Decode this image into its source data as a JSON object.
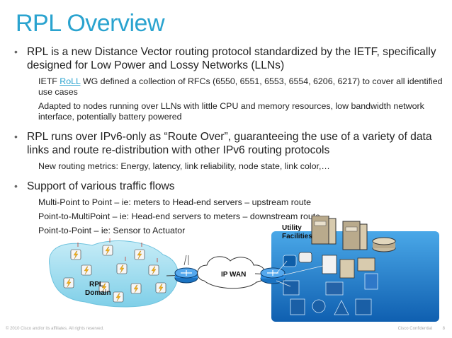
{
  "title": "RPL Overview",
  "bullets": [
    {
      "text": "RPL is a new Distance Vector routing protocol standardized by the IETF, specifically designed for Low Power and Lossy Networks (LLNs)",
      "subs": [
        {
          "pre": "IETF ",
          "link": "RoLL",
          "post": " WG defined a collection of RFCs (6550, 6551, 6553, 6554, 6206, 6217) to cover all identified use cases"
        },
        {
          "text": "Adapted to nodes running over LLNs with little CPU and memory resources, low bandwidth network interface, potentially battery powered"
        }
      ]
    },
    {
      "text": "RPL runs over IPv6-only as “Route Over”, guaranteeing the use of a variety of data links and route re-distribution with other IPv6 routing protocols",
      "subs": [
        {
          "text": "New routing metrics: Energy, latency, link reliability, node state, link color,…"
        }
      ]
    },
    {
      "text": "Support of various traffic flows",
      "subs": [
        {
          "text": "Multi-Point to Point – ie: meters to Head-end servers – upstream route"
        },
        {
          "text": "Point-to-MultiPoint – ie: Head-end servers to meters – downstream route"
        },
        {
          "text": "Point-to-Point – ie: Sensor to Actuator"
        }
      ]
    }
  ],
  "diagram": {
    "rpl_label_1": "RPL",
    "rpl_label_2": "Domain",
    "wan_label": "IP WAN",
    "utility_label_1": "Utility",
    "utility_label_2": "Facilities"
  },
  "footer": {
    "copyright": "© 2010 Cisco and/or its affiliates. All rights reserved.",
    "confidential": "Cisco Confidential",
    "page": "8"
  },
  "colors": {
    "accent": "#2aa3cf",
    "utility_bg": "#1f79c9"
  }
}
